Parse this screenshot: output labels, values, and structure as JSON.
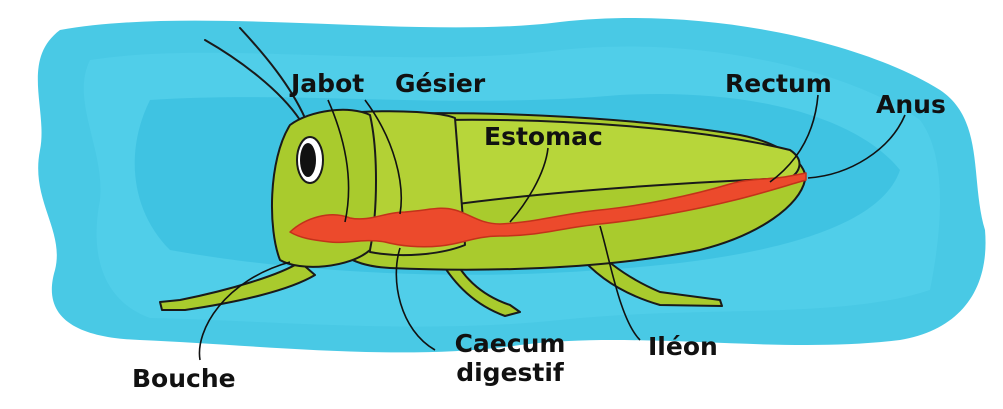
{
  "labels": {
    "jabot": "Jabot",
    "gesier": "Gésier",
    "estomac": "Estomac",
    "rectum": "Rectum",
    "anus": "Anus",
    "bouche": "Bouche",
    "caecum_line1": "Caecum",
    "caecum_line2": "digestif",
    "ileon": "Iléon"
  },
  "colors": {
    "watercolor": "#29c0e0",
    "body": "#a9cb2d",
    "gut": "#ec4a2c",
    "outline": "#1a1a1a"
  },
  "icons": [
    "grasshopper-illustration"
  ]
}
